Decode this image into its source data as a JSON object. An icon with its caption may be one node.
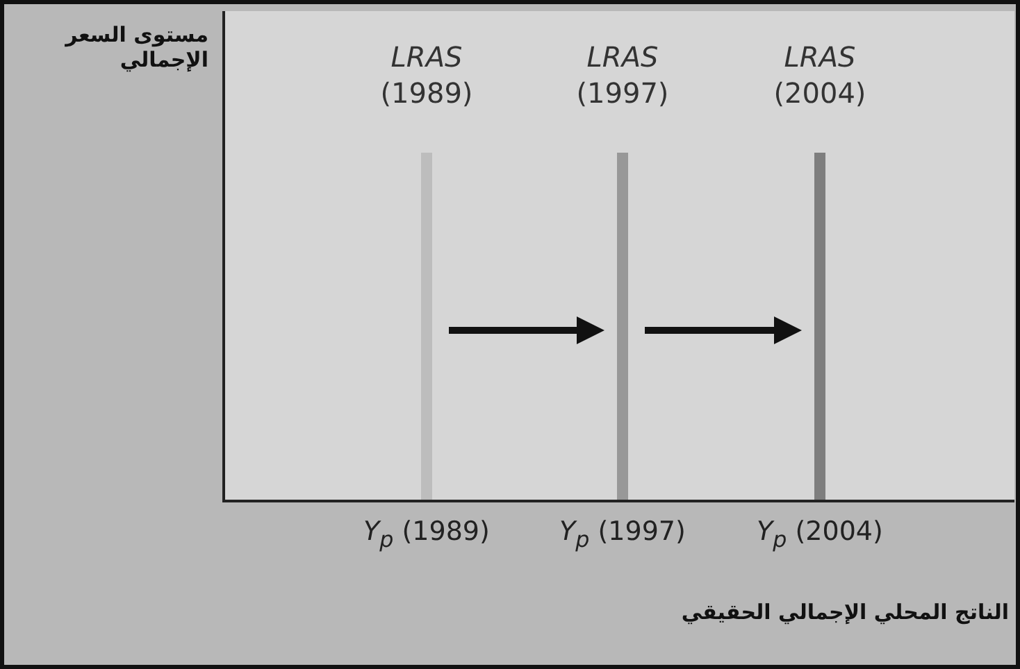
{
  "diagram": {
    "nodes": [
      {
        "text": [
          "*LRAS* (1989)"
        ],
        "beside": [
          "*Y*$_{p}$ (1989)"
        ]
      },
      {
        "text": [
          "*LRAS* (1997)"
        ],
        "beside": [
          "*Y*$_{p}$ (1997)"
        ]
      },
      {
        "text": [
          "*LRAS* (2004)"
        ],
        "beside": [
          "*Y*$_{p}$ (2004)"
        ]
      }
    ],
    "edges": [
      {
        "from": 0,
        "to": 1,
        "arrow": "to"
      },
      {
        "from": 1,
        "to": 2,
        "arrow": "to"
      }
    ],
    "labels": [
      "مستوى السعر الإجمالي",
      "الناتج المحلي الإجمالي الحقيقي"
    ]
  }
}
